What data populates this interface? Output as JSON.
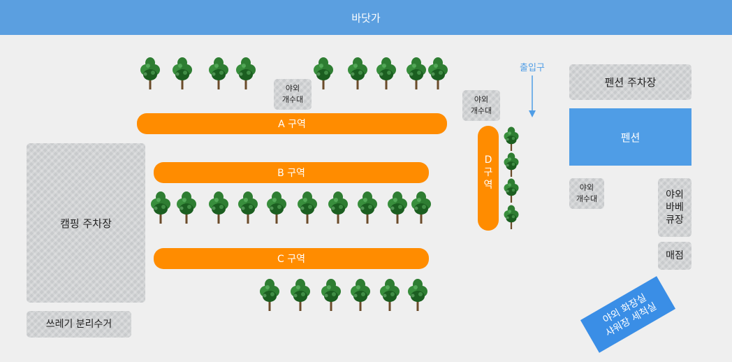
{
  "map": {
    "sea_label": "바닷가",
    "entrance_label": "출입구",
    "zones": {
      "a": "A 구역",
      "b": "B 구역",
      "c": "C 구역",
      "d_letter": "D",
      "d_word1": "구",
      "d_word2": "역"
    },
    "facilities": {
      "sink1_line1": "야외",
      "sink1_line2": "개수대",
      "sink2_line1": "야외",
      "sink2_line2": "개수대",
      "sink3_line1": "야외",
      "sink3_line2": "개수대",
      "camping_parking": "캠핑 주차장",
      "recycling": "쓰레기 분리수거",
      "pension_parking": "펜션 주차장",
      "pension": "펜션",
      "bbq_line1": "야외",
      "bbq_line2": "바베",
      "bbq_line3": "큐장",
      "store": "매점",
      "toilet_line1": "야외 화장실",
      "toilet_line2": "샤워장 세척실"
    }
  },
  "colors": {
    "sea": "#5b9fe0",
    "zone": "#ff8c00",
    "pension": "#4f9de6",
    "facility": "#c8cacc",
    "tree": "#2e7d32"
  }
}
